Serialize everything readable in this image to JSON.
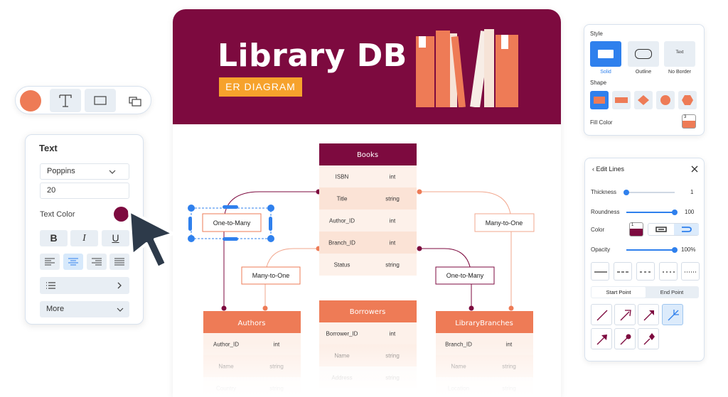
{
  "banner": {
    "title": "Library DB",
    "badge": "ER DIAGRAM"
  },
  "entities": {
    "books": {
      "name": "Books",
      "rows": [
        {
          "field": "ISBN",
          "type": "int"
        },
        {
          "field": "Title",
          "type": "string"
        },
        {
          "field": "Author_ID",
          "type": "int"
        },
        {
          "field": "Branch_ID",
          "type": "int"
        },
        {
          "field": "Status",
          "type": "string"
        }
      ]
    },
    "authors": {
      "name": "Authors",
      "rows": [
        {
          "field": "Author_ID",
          "type": "int"
        },
        {
          "field": "Name",
          "type": "string"
        },
        {
          "field": "Country",
          "type": "string"
        }
      ]
    },
    "borrowers": {
      "name": "Borrowers",
      "rows": [
        {
          "field": "Borrower_ID",
          "type": "int"
        },
        {
          "field": "Name",
          "type": "string"
        },
        {
          "field": "Address",
          "type": "string"
        }
      ]
    },
    "branches": {
      "name": "LibraryBranches",
      "rows": [
        {
          "field": "Branch_ID",
          "type": "int"
        },
        {
          "field": "Name",
          "type": "string"
        },
        {
          "field": "Location",
          "type": "string"
        }
      ]
    }
  },
  "relations": {
    "authors_books": "One-to-Many",
    "books_authors_mto": "Many-to-One",
    "books_branches_otm": "One-to-Many",
    "title_branches_mto": "Many-to-One"
  },
  "text_panel": {
    "title": "Text",
    "font": "Poppins",
    "size": "20",
    "color_label": "Text Color",
    "bold": "B",
    "italic": "I",
    "underline": "U",
    "more": "More"
  },
  "style_panel": {
    "style_label": "Style",
    "styles": [
      "Solid",
      "Outline",
      "No Border"
    ],
    "no_border_preview": "Text",
    "shape_label": "Shape",
    "fill_label": "Fill Color",
    "fill_value": "3"
  },
  "lines_panel": {
    "title": "Edit Lines",
    "thickness_label": "Thickness",
    "thickness_value": "1",
    "roundness_label": "Roundness",
    "roundness_value": "100",
    "color_label": "Color",
    "color_value": "1",
    "opacity_label": "Opacity",
    "opacity_value": "100%",
    "start_tab": "Start Point",
    "end_tab": "End Point"
  },
  "colors": {
    "maroon": "#7d0a3f",
    "orange": "#ee7b56",
    "badge": "#f6a22c",
    "accent_blue": "#2f80ed"
  }
}
